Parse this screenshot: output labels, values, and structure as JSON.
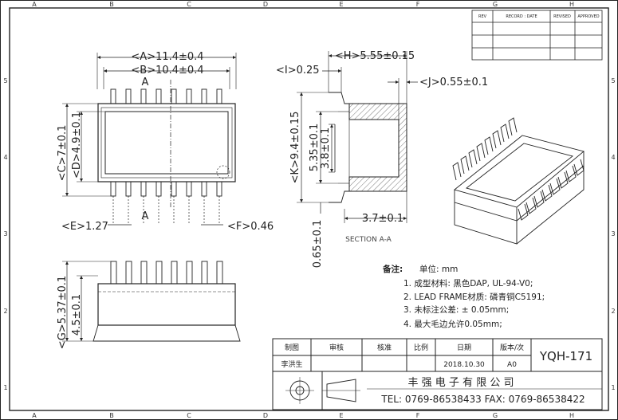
{
  "border": {
    "columns": [
      "A",
      "B",
      "C",
      "D",
      "E",
      "F",
      "G",
      "H"
    ],
    "rows": [
      "5",
      "4",
      "3",
      "2",
      "1"
    ]
  },
  "revision_table": {
    "headers": [
      "REV",
      "RECORD : DATE",
      "REVISED",
      "APPROVED"
    ]
  },
  "dimensions": {
    "a": "<A>11.4±0.4",
    "b": "<B>10.4±0.4",
    "c": "<C>7±0.1",
    "d": "<D>4.9±0.1",
    "e": "<E>1.27",
    "f": "<F>0.46",
    "g": "<G>5.37±0.1",
    "g2": "4.5±0.1",
    "h": "<H>5.55±0.15",
    "i": "<I>0.25",
    "j": "<J>0.55±0.1",
    "k": "<K>9.4±0.15",
    "v1": "5.35±0.1",
    "v2": "3.8±0.1",
    "v3": "0.65±0.1",
    "bottom": "3.7±0.1"
  },
  "section_markers": {
    "a_top": "A",
    "a_bottom": "A"
  },
  "section_label": "SECTION A-A",
  "notes": {
    "title": "备注:",
    "unit": "单位: mm",
    "items": [
      "1. 成型材料: 黑色DAP, UL-94-V0;",
      "2. LEAD FRAME材质: 磷青铜C5191;",
      "3. 未标注公差: ± 0.05mm;",
      "4. 最大毛边允许0.05mm;"
    ]
  },
  "title_block": {
    "headers": [
      "制图",
      "审核",
      "核准",
      "比例",
      "日期",
      "版本/次"
    ],
    "drafter": "李洪生",
    "date": "2018.10.30",
    "version": "A0",
    "part_number": "YQH-171",
    "company": "丰 强 电 子 有 限 公 司",
    "contact": "TEL: 0769-86538433 FAX: 0769-86538422"
  },
  "colors": {
    "line": "#222222",
    "hatch": "#555555",
    "paper": "#ffffff"
  }
}
